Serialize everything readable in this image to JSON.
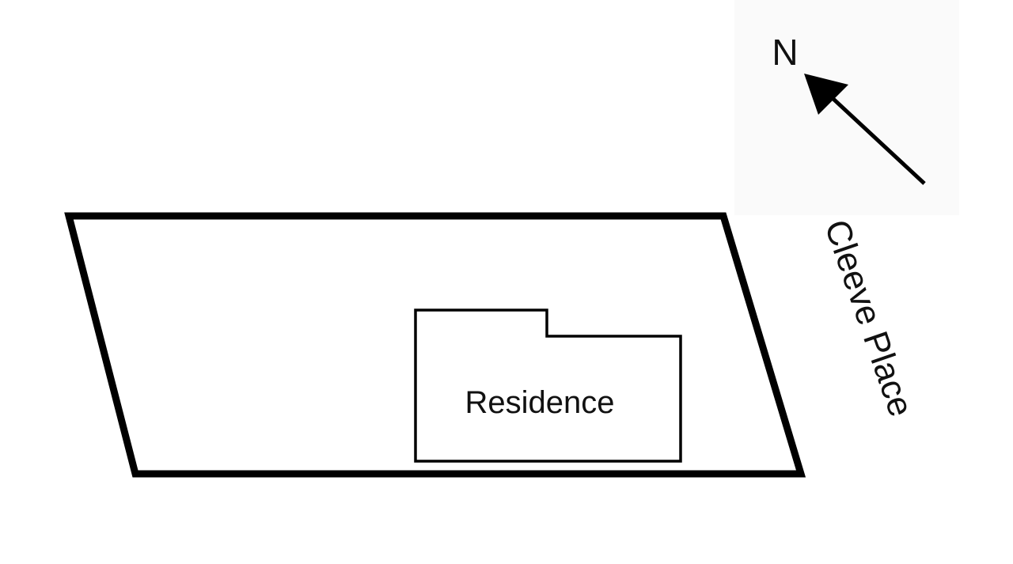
{
  "compass": {
    "label": "N",
    "icon": "north-arrow-icon"
  },
  "building": {
    "label": "Residence"
  },
  "street": {
    "label": "Cleeve Place"
  },
  "colors": {
    "line": "#000000",
    "compass_background": "#fafafa",
    "background": "#ffffff",
    "text": "#111111"
  }
}
